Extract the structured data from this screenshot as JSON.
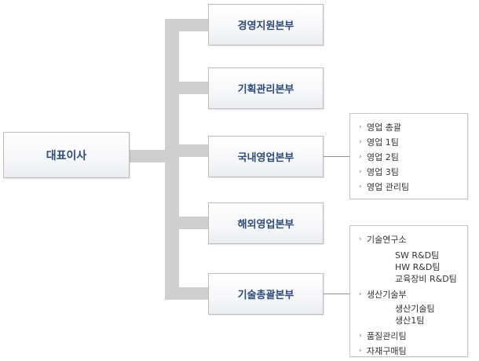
{
  "diagram": {
    "root": {
      "label": "대표이사"
    },
    "departments": [
      {
        "label": "경영지원본부"
      },
      {
        "label": "기획관리본부"
      },
      {
        "label": "국내영업본부"
      },
      {
        "label": "해외영업본부"
      },
      {
        "label": "기술총괄본부"
      }
    ],
    "domestic_sales_teams": [
      "영업 총괄",
      "영업 1팀",
      "영업 2팀",
      "영업 3팀",
      "영업 관리팀"
    ],
    "tech_division": {
      "rnd_lab": {
        "label": "기술연구소",
        "teams": [
          "SW R&D팀",
          "HW R&D팀",
          "교육장비 R&D팀"
        ]
      },
      "production": {
        "label": "생산기술부",
        "teams": [
          "생산기술팀",
          "생산1팀"
        ]
      },
      "quality": {
        "label": "품질관리팀"
      },
      "purchasing": {
        "label": "자재구매팀"
      }
    },
    "colors": {
      "box_text": "#2c4a7c",
      "connector": "#cfcfcf",
      "border": "#b9bdc4"
    },
    "bullet_glyph": "›"
  }
}
